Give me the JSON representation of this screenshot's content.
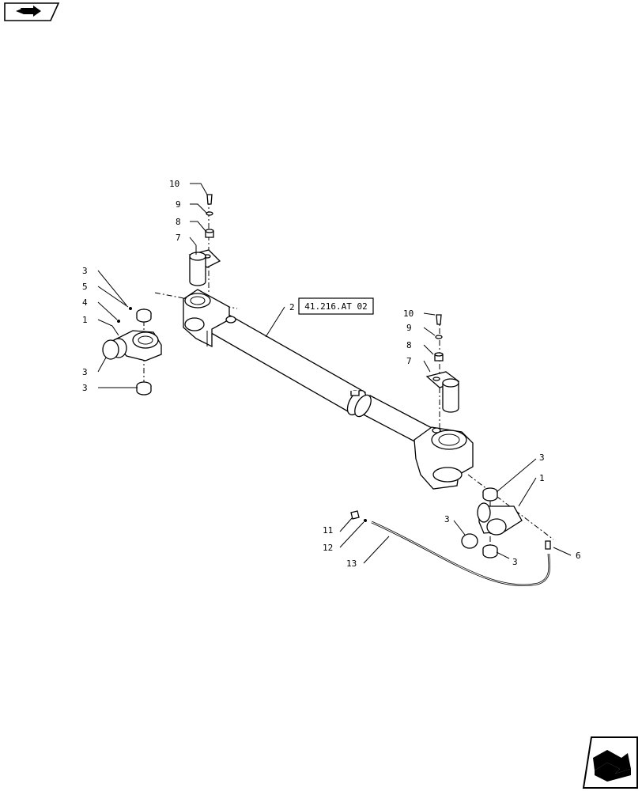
{
  "nav": {
    "top_icon": "arrow-back-icon",
    "bottom_icon": "arrow-forward-icon"
  },
  "reference_box": "41.216.AT 02",
  "callouts": [
    {
      "id": "c-10-left",
      "label": "10"
    },
    {
      "id": "c-9-left",
      "label": "9"
    },
    {
      "id": "c-8-left",
      "label": "8"
    },
    {
      "id": "c-7-left",
      "label": "7"
    },
    {
      "id": "c-3-a",
      "label": "3"
    },
    {
      "id": "c-5",
      "label": "5"
    },
    {
      "id": "c-4",
      "label": "4"
    },
    {
      "id": "c-1-left",
      "label": "1"
    },
    {
      "id": "c-3-b",
      "label": "3"
    },
    {
      "id": "c-3-c",
      "label": "3"
    },
    {
      "id": "c-2",
      "label": "2"
    },
    {
      "id": "c-10-right",
      "label": "10"
    },
    {
      "id": "c-9-right",
      "label": "9"
    },
    {
      "id": "c-8-right",
      "label": "8"
    },
    {
      "id": "c-7-right",
      "label": "7"
    },
    {
      "id": "c-3-d",
      "label": "3"
    },
    {
      "id": "c-1-right",
      "label": "1"
    },
    {
      "id": "c-3-e",
      "label": "3"
    },
    {
      "id": "c-3-f",
      "label": "3"
    },
    {
      "id": "c-6",
      "label": "6"
    },
    {
      "id": "c-11",
      "label": "11"
    },
    {
      "id": "c-12",
      "label": "12"
    },
    {
      "id": "c-13",
      "label": "13"
    }
  ]
}
